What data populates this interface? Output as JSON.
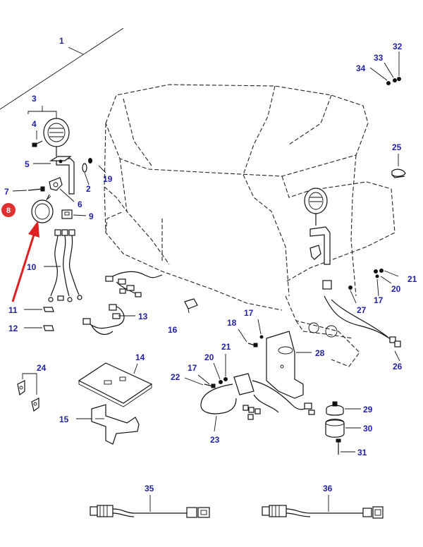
{
  "callouts": {
    "c1": "1",
    "c2": "2",
    "c3": "3",
    "c4": "4",
    "c5": "5",
    "c6": "6",
    "c7": "7",
    "c8": "8",
    "c9": "9",
    "c10": "10",
    "c11": "11",
    "c12": "12",
    "c13": "13",
    "c14": "14",
    "c15": "15",
    "c16": "16",
    "c17a": "17",
    "c17b": "17",
    "c17c": "17",
    "c18": "18",
    "c19": "19",
    "c20a": "20",
    "c20b": "20",
    "c21a": "21",
    "c21b": "21",
    "c22": "22",
    "c23": "23",
    "c24": "24",
    "c25": "25",
    "c26": "26",
    "c27": "27",
    "c28": "28",
    "c29": "29",
    "c30": "30",
    "c31": "31",
    "c32": "32",
    "c33": "33",
    "c34": "34",
    "c35": "35",
    "c36": "36"
  },
  "highlight": {
    "part": "8",
    "badge_color": "#e03030",
    "arrow_color": "#e02020"
  },
  "colors": {
    "callout_text": "#1f1fa8",
    "lines": "#111111"
  }
}
